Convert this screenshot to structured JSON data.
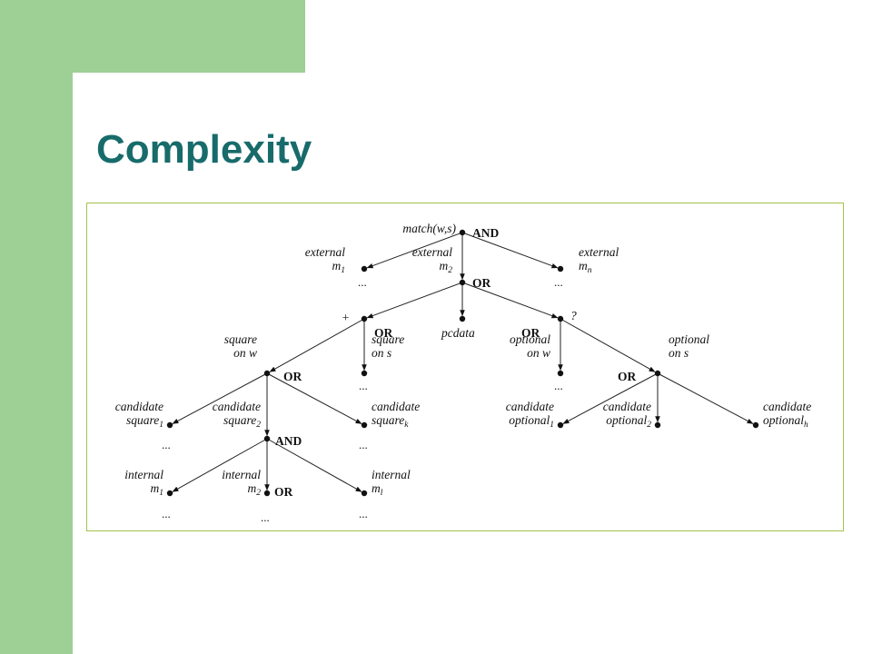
{
  "slide": {
    "title": "Complexity"
  },
  "colors": {
    "accent_green": "#9ecf95",
    "title_teal": "#186b6b",
    "frame_border": "#a3c24c"
  },
  "diagram": {
    "nodes": [
      {
        "id": "root",
        "label": [
          "match(w,s)"
        ],
        "op": "AND"
      },
      {
        "id": "ext1",
        "label": [
          "external",
          "m1"
        ],
        "ellipsis": true
      },
      {
        "id": "ext2",
        "label": [
          "external",
          "m2"
        ],
        "op": "OR"
      },
      {
        "id": "extn",
        "label": [
          "external",
          "mn"
        ],
        "ellipsis": true
      },
      {
        "id": "plus",
        "label": [
          "+"
        ],
        "op": "OR"
      },
      {
        "id": "pcdata",
        "label": [
          "pcdata"
        ]
      },
      {
        "id": "quest",
        "label": [
          "?"
        ],
        "op": "OR"
      },
      {
        "id": "sqw",
        "label": [
          "square",
          "on w"
        ],
        "op": "OR"
      },
      {
        "id": "sqs",
        "label": [
          "square",
          "on s"
        ],
        "ellipsis": true
      },
      {
        "id": "optw",
        "label": [
          "optional",
          "on w"
        ],
        "ellipsis": true
      },
      {
        "id": "opts",
        "label": [
          "optional",
          "on s"
        ],
        "op": "OR"
      },
      {
        "id": "cs1",
        "label": [
          "candidate",
          "square1"
        ],
        "ellipsis": true
      },
      {
        "id": "cs2",
        "label": [
          "candidate",
          "square2"
        ],
        "op": "AND"
      },
      {
        "id": "csk",
        "label": [
          "candidate",
          "squarek"
        ],
        "ellipsis": true
      },
      {
        "id": "co1",
        "label": [
          "candidate",
          "optional1"
        ]
      },
      {
        "id": "co2",
        "label": [
          "candidate",
          "optional2"
        ]
      },
      {
        "id": "coh",
        "label": [
          "candidate",
          "optionalh"
        ]
      },
      {
        "id": "im1",
        "label": [
          "internal",
          "m1"
        ],
        "ellipsis": true
      },
      {
        "id": "im2",
        "label": [
          "internal",
          "m2"
        ],
        "op": "OR",
        "ellipsis": true
      },
      {
        "id": "iml",
        "label": [
          "internal",
          "ml"
        ],
        "ellipsis": true
      }
    ],
    "edges": [
      [
        "root",
        "ext1"
      ],
      [
        "root",
        "ext2"
      ],
      [
        "root",
        "extn"
      ],
      [
        "ext2",
        "plus"
      ],
      [
        "ext2",
        "pcdata"
      ],
      [
        "ext2",
        "quest"
      ],
      [
        "plus",
        "sqw"
      ],
      [
        "plus",
        "sqs"
      ],
      [
        "quest",
        "optw"
      ],
      [
        "quest",
        "opts"
      ],
      [
        "sqw",
        "cs1"
      ],
      [
        "sqw",
        "cs2"
      ],
      [
        "sqw",
        "csk"
      ],
      [
        "opts",
        "co1"
      ],
      [
        "opts",
        "co2"
      ],
      [
        "opts",
        "coh"
      ],
      [
        "cs2",
        "im1"
      ],
      [
        "cs2",
        "im2"
      ],
      [
        "cs2",
        "iml"
      ]
    ],
    "ellipsis": "..."
  }
}
